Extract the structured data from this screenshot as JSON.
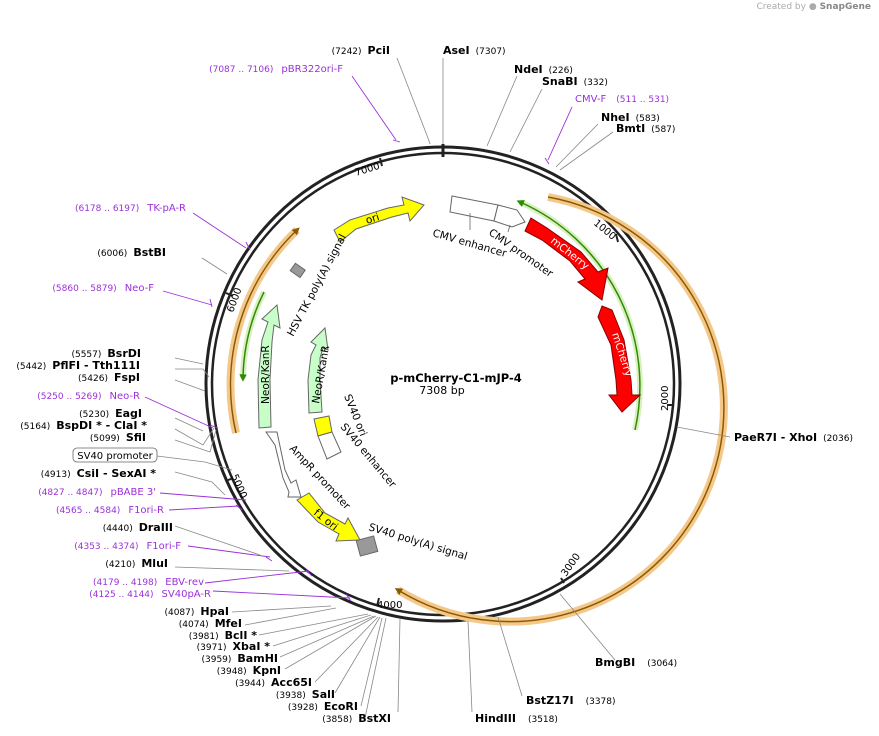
{
  "branding": {
    "created_by": "Created by",
    "app": "SnapGene"
  },
  "plasmid": {
    "name": "p-mCherry-C1-mJP-4",
    "size_label": "7308 bp",
    "length": 7308
  },
  "ticks": [
    "1000",
    "2000",
    "3000",
    "4000",
    "5000",
    "6000",
    "7000"
  ],
  "enzymes": [
    {
      "name": "PciI",
      "pos": "(7242)"
    },
    {
      "name": "AseI",
      "pos": "(7307)"
    },
    {
      "name": "NdeI",
      "pos": "(226)"
    },
    {
      "name": "SnaBI",
      "pos": "(332)"
    },
    {
      "name": "NheI",
      "pos": "(583)"
    },
    {
      "name": "BmtI",
      "pos": "(587)"
    },
    {
      "name": "BstBI",
      "pos": "(6006)"
    },
    {
      "name": "BsrDI",
      "pos": "(5557)"
    },
    {
      "name": "PflFI - Tth111I",
      "pos": "(5442)"
    },
    {
      "name": "FspI",
      "pos": "(5426)"
    },
    {
      "name": "EagI",
      "pos": "(5230)"
    },
    {
      "name": "BspDI * - ClaI *",
      "pos": "(5164)"
    },
    {
      "name": "SfiI",
      "pos": "(5099)"
    },
    {
      "name": "CsiI - SexAI *",
      "pos": "(4913)"
    },
    {
      "name": "DraIII",
      "pos": "(4440)"
    },
    {
      "name": "MluI",
      "pos": "(4210)"
    },
    {
      "name": "HpaI",
      "pos": "(4087)"
    },
    {
      "name": "MfeI",
      "pos": "(4074)"
    },
    {
      "name": "BclI *",
      "pos": "(3981)"
    },
    {
      "name": "XbaI *",
      "pos": "(3971)"
    },
    {
      "name": "BamHI",
      "pos": "(3959)"
    },
    {
      "name": "KpnI",
      "pos": "(3948)"
    },
    {
      "name": "Acc65I",
      "pos": "(3944)"
    },
    {
      "name": "SalI",
      "pos": "(3938)"
    },
    {
      "name": "EcoRI",
      "pos": "(3928)"
    },
    {
      "name": "BstXI",
      "pos": "(3858)"
    },
    {
      "name": "PaeR7I - XhoI",
      "pos": "(2036)"
    },
    {
      "name": "BmgBI",
      "pos": "(3064)"
    },
    {
      "name": "BstZ17I",
      "pos": "(3378)"
    },
    {
      "name": "HindIII",
      "pos": "(3518)"
    }
  ],
  "primers": [
    {
      "name": "pBR322ori-F",
      "pos": "(7087 .. 7106)"
    },
    {
      "name": "CMV-F",
      "pos": "(511 .. 531)"
    },
    {
      "name": "TK-pA-R",
      "pos": "(6178 .. 6197)"
    },
    {
      "name": "Neo-F",
      "pos": "(5860 .. 5879)"
    },
    {
      "name": "Neo-R",
      "pos": "(5250 .. 5269)"
    },
    {
      "name": "pBABE 3'",
      "pos": "(4827 .. 4847)"
    },
    {
      "name": "F1ori-R",
      "pos": "(4565 .. 4584)"
    },
    {
      "name": "F1ori-F",
      "pos": "(4353 .. 4374)"
    },
    {
      "name": "EBV-rev",
      "pos": "(4179 .. 4198)"
    },
    {
      "name": "SV40pA-R",
      "pos": "(4125 .. 4144)"
    }
  ],
  "features": {
    "ori": "ori",
    "cmv_enhancer": "CMV enhancer",
    "cmv_promoter": "CMV promoter",
    "mcherry_1": "mCherry",
    "mcherry_2": "mCherry",
    "hsv_tk": "HSV TK poly(A) signal",
    "neor_outer": "NeoR/KanR",
    "neor_inner": "NeoR/KanR",
    "sv40_ori": "SV40 ori",
    "sv40_enhancer": "SV40 enhancer",
    "ampr_promoter": "AmpR promoter",
    "f1_ori": "f1 ori",
    "sv40_polya": "SV40 poly(A) signal",
    "sv40_promoter_box": "SV40 promoter"
  },
  "colors": {
    "backbone": "#222222",
    "mcherry": "#ff0000",
    "ori": "#ffff00",
    "neor": "#c8ffc8",
    "orf_track": "#f4c88a",
    "orf_arrow": "#8b5a00",
    "green_track": "#2e8b00",
    "primer": "#9b30d9",
    "feature_grey": "#999999"
  }
}
